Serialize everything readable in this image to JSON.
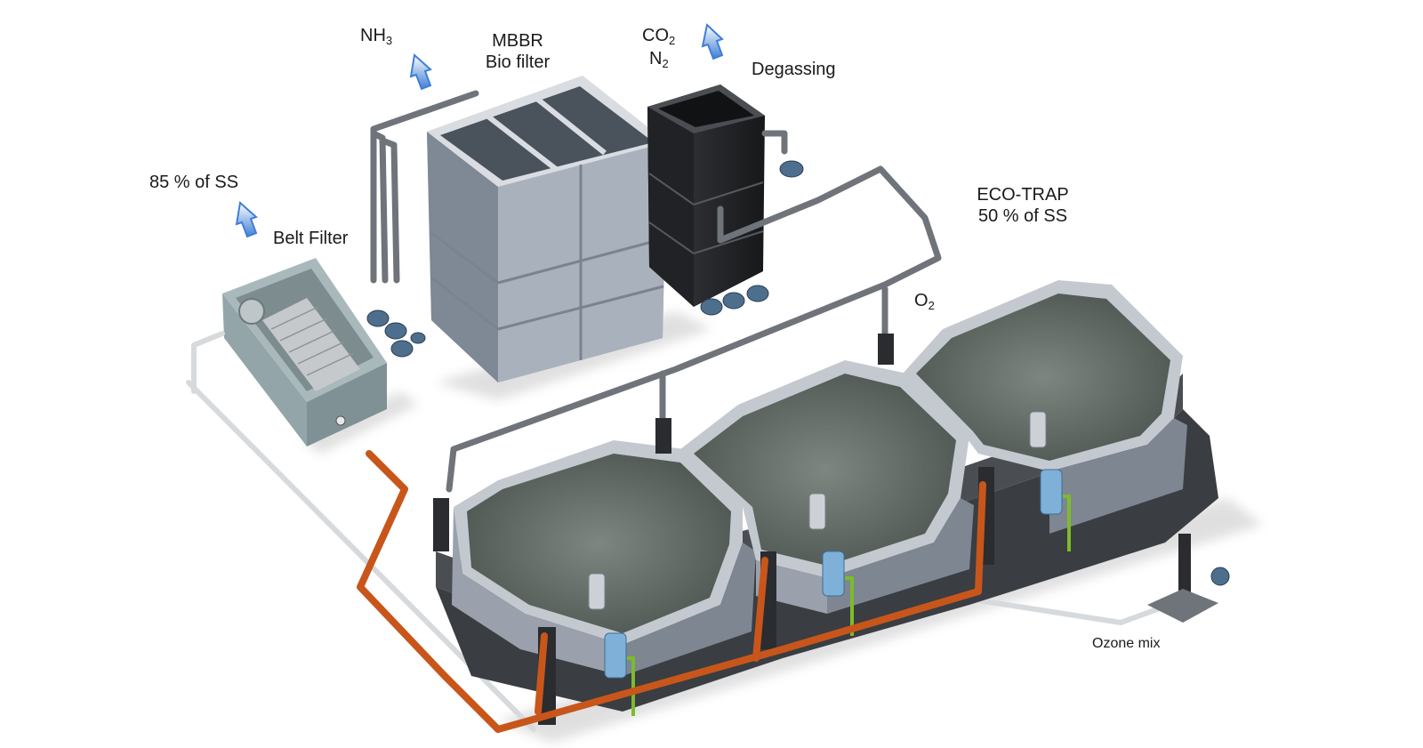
{
  "labels": {
    "nh3": {
      "base": "NH",
      "sub": "3"
    },
    "mbbr_line1": "MBBR",
    "mbbr_line2": "Bio filter",
    "co2": {
      "base": "CO",
      "sub": "2"
    },
    "n2": {
      "base": "N",
      "sub": "2"
    },
    "degassing": "Degassing",
    "ss85": "85 % of SS",
    "belt_filter": "Belt Filter",
    "eco_trap_line1": "ECO-TRAP",
    "eco_trap_line2": "50 % of SS",
    "o2": {
      "base": "O",
      "sub": "2"
    },
    "ozone_mix": "Ozone mix"
  },
  "colors": {
    "arrow_blue": "#3f7fd6",
    "tank_grey": "#9ea6b2",
    "dark_tank": "#2b2d30",
    "pipe_grey": "#6f747b",
    "pipe_orange": "#c8561b",
    "base_dark": "#3a3d41",
    "sludge": "#5a625e",
    "cylinder_blue": "#7fb0d8",
    "pipe_green": "#7dbb2a"
  },
  "icons": [
    "up-arrow-icon"
  ]
}
